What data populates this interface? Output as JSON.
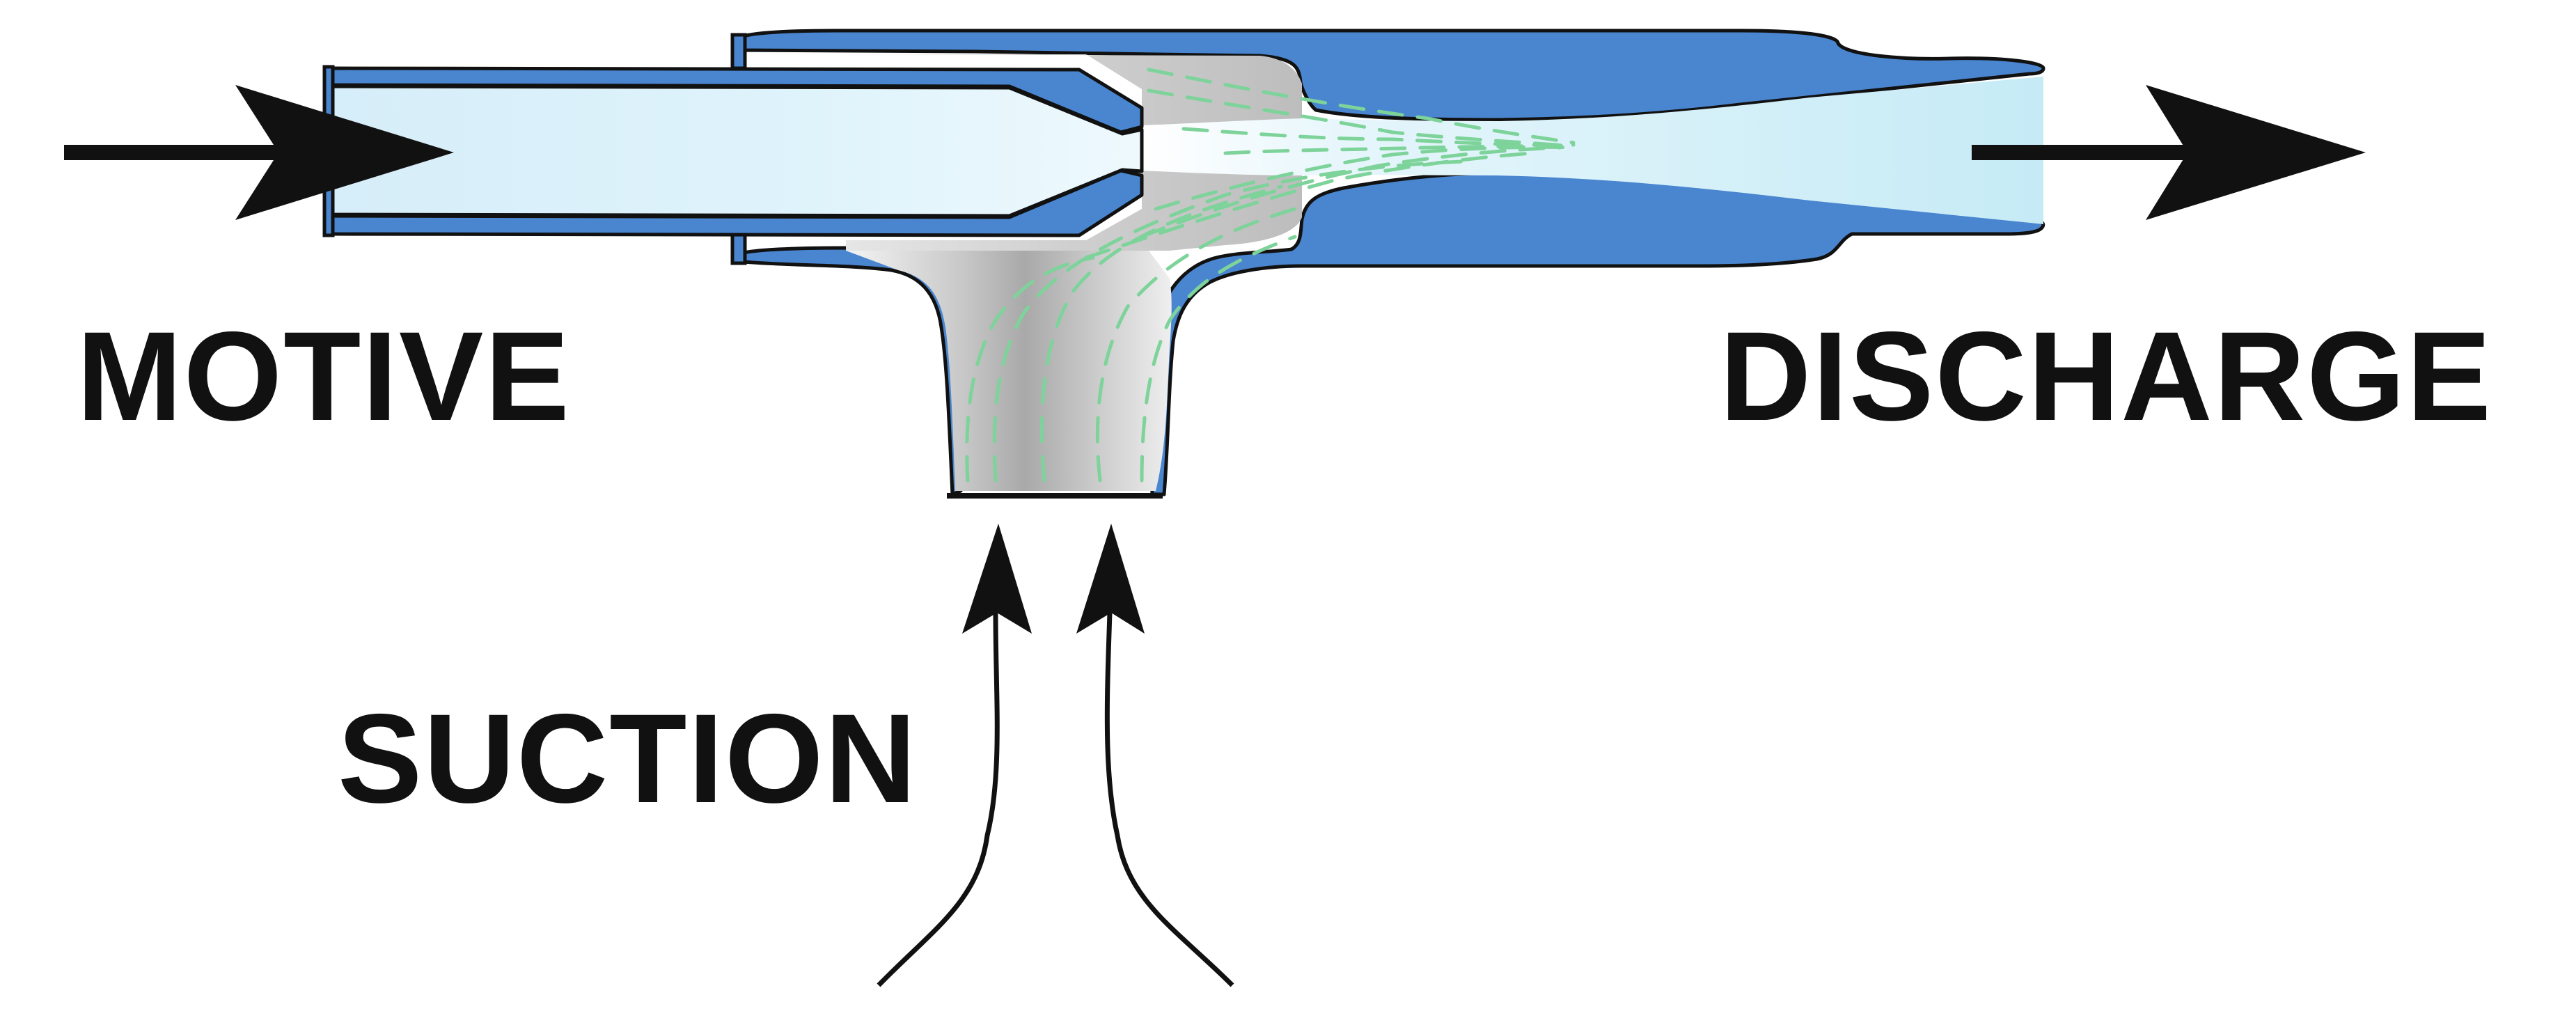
{
  "labels": {
    "motive": "MOTIVE",
    "discharge": "DISCHARGE",
    "suction": "SUCTION"
  },
  "colors": {
    "body_blue": "#4a86d0",
    "fluid_light": "#daf0fa",
    "suction_gray": "#b9b9b9",
    "streamline_green": "#7dd39a",
    "outline": "#111111"
  }
}
